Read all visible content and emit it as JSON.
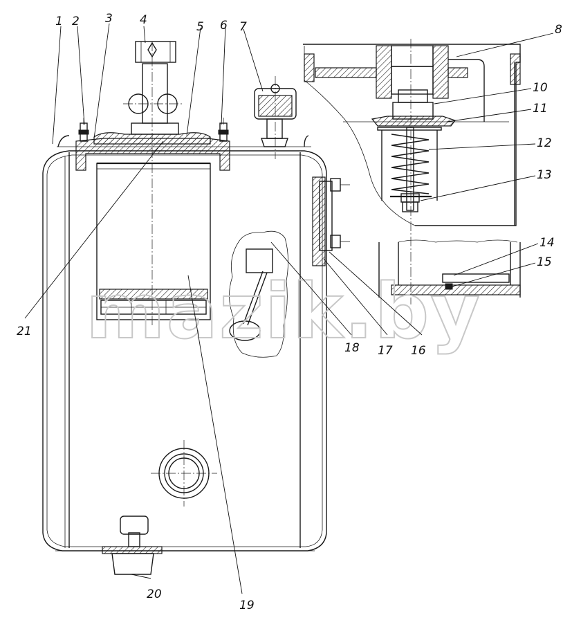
{
  "watermark": "mazik.by",
  "callouts": [
    {
      "id": "1",
      "label": "1"
    },
    {
      "id": "2",
      "label": "2"
    },
    {
      "id": "3",
      "label": "3"
    },
    {
      "id": "4",
      "label": "4"
    },
    {
      "id": "5",
      "label": "5"
    },
    {
      "id": "6",
      "label": "6"
    },
    {
      "id": "7",
      "label": "7"
    },
    {
      "id": "8",
      "label": "8"
    },
    {
      "id": "10",
      "label": "10"
    },
    {
      "id": "11",
      "label": "11"
    },
    {
      "id": "12",
      "label": "12"
    },
    {
      "id": "13",
      "label": "13"
    },
    {
      "id": "14",
      "label": "14"
    },
    {
      "id": "15",
      "label": "15"
    },
    {
      "id": "16",
      "label": "16"
    },
    {
      "id": "17",
      "label": "17"
    },
    {
      "id": "18",
      "label": "18"
    },
    {
      "id": "19",
      "label": "19"
    },
    {
      "id": "20",
      "label": "20"
    },
    {
      "id": "21",
      "label": "21"
    }
  ]
}
